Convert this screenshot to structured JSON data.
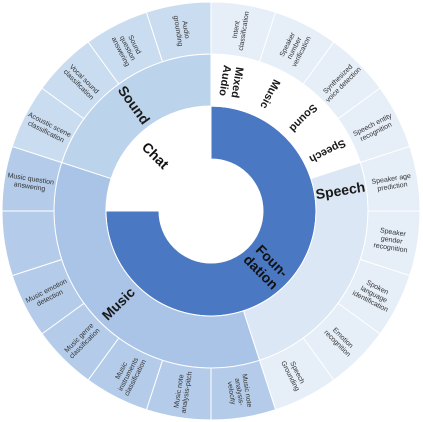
{
  "colors": {
    "inner_foundation": "#4a78c2",
    "inner_chat": "#ffffff",
    "category_speech": "#dce7f5",
    "category_sound": "#bcd3ec",
    "category_music": "#a9c4e6",
    "category_chat": "#ffffff",
    "task_speech": "#e6eef8",
    "task_sound": "#cadcf0",
    "task_music": "#b4cce9",
    "stroke": "#ffffff",
    "dark_text": "#1a1a1a",
    "task_text": "#333333",
    "inner_text": "#111111"
  },
  "inner_ring": [
    {
      "label": "Foun-\ndation",
      "share": 0.75,
      "color_key": "inner_foundation"
    },
    {
      "label": "Chat",
      "share": 0.25,
      "color_key": "inner_chat"
    }
  ],
  "category_ring": [
    {
      "label": "Speech",
      "group": "speech",
      "tasks": 9
    },
    {
      "label": "Music",
      "group": "music",
      "tasks": 7
    },
    {
      "label": "Sound",
      "group": "sound",
      "tasks": 4
    },
    {
      "label": "Mixed\nAudio",
      "group": "chat",
      "tasks": 1
    },
    {
      "label": "Music",
      "group": "chat",
      "tasks": 1
    },
    {
      "label": "Sound",
      "group": "chat",
      "tasks": 1
    },
    {
      "label": "Speech",
      "group": "chat",
      "tasks": 1
    }
  ],
  "task_ring": [
    {
      "label": "Intent\nclassification",
      "group": "speech"
    },
    {
      "label": "Speaker\nnumber\nverification",
      "group": "speech"
    },
    {
      "label": "Synthesized\nvoice detection",
      "group": "speech"
    },
    {
      "label": "Speech entity\nrecognition",
      "group": "speech"
    },
    {
      "label": "Speaker age\nprediction",
      "group": "speech"
    },
    {
      "label": "Speaker\ngender\nrecognition",
      "group": "speech"
    },
    {
      "label": "Spoken\nlanguage\nidentification",
      "group": "speech"
    },
    {
      "label": "Emotion\nrecognition",
      "group": "speech"
    },
    {
      "label": "Speech\nGrounding",
      "group": "speech"
    },
    {
      "label": "Music note\nanalysis-\nvelocity",
      "group": "music"
    },
    {
      "label": "Music note\nanalysis-pitch",
      "group": "music"
    },
    {
      "label": "Music\ninstruments\nclassification",
      "group": "music"
    },
    {
      "label": "Music genre\nclassification",
      "group": "music"
    },
    {
      "label": "Music emotion\ndetection",
      "group": "music"
    },
    {
      "label": "",
      "group": "music"
    },
    {
      "label": "Music question\nanswering",
      "group": "music"
    },
    {
      "label": "Acoustic scene\nclassification",
      "group": "sound"
    },
    {
      "label": "Vocal sound\nclassification",
      "group": "sound"
    },
    {
      "label": "Sound\nquestion\nanswering",
      "group": "sound"
    },
    {
      "label": "Audio\ngrounding",
      "group": "sound"
    }
  ]
}
